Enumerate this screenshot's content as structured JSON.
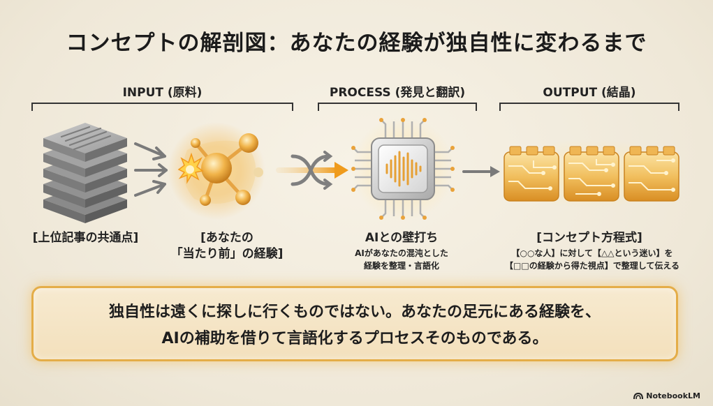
{
  "title": "コンセプトの解剖図：あなたの経験が独自性に変わるまで",
  "sections": {
    "input": "INPUT (原料)",
    "process": "PROCESS (発見と翻訳)",
    "output": "OUTPUT (結晶)"
  },
  "captions": {
    "articles": "[上位記事の共通点]",
    "experience_l1": "[あなたの",
    "experience_l2": "「当たり前」の経験]",
    "ai_title": "AIとの壁打ち",
    "ai_desc_l1": "AIがあなたの混沌とした",
    "ai_desc_l2": "経験を整理・言語化",
    "formula_title": "[コンセプト方程式]",
    "formula_l1": "【○○な人】に対して【△△という迷い】を",
    "formula_l2": "【□□の経験から得た視点】で整理して伝える"
  },
  "summary": {
    "line1": "独自性は遠くに探しに行くものではない。あなたの足元にある経験を、",
    "line2": "AIの補助を借りて言語化するプロセスそのものである。"
  },
  "watermark": "NotebookLM",
  "icons": {
    "articles": "document-stack-icon",
    "experience": "glowing-molecule-burst-icon",
    "shuffle": "shuffle-arrow-icon",
    "chip": "ai-chip-waveform-icon",
    "arrow": "right-arrow-icon",
    "blocks": "circuit-block-icon",
    "logo": "notebooklm-logo-icon"
  },
  "colors": {
    "accent_gold": "#e8a83a",
    "gray": "#8a8a8a",
    "background": "#f2ecdf"
  }
}
